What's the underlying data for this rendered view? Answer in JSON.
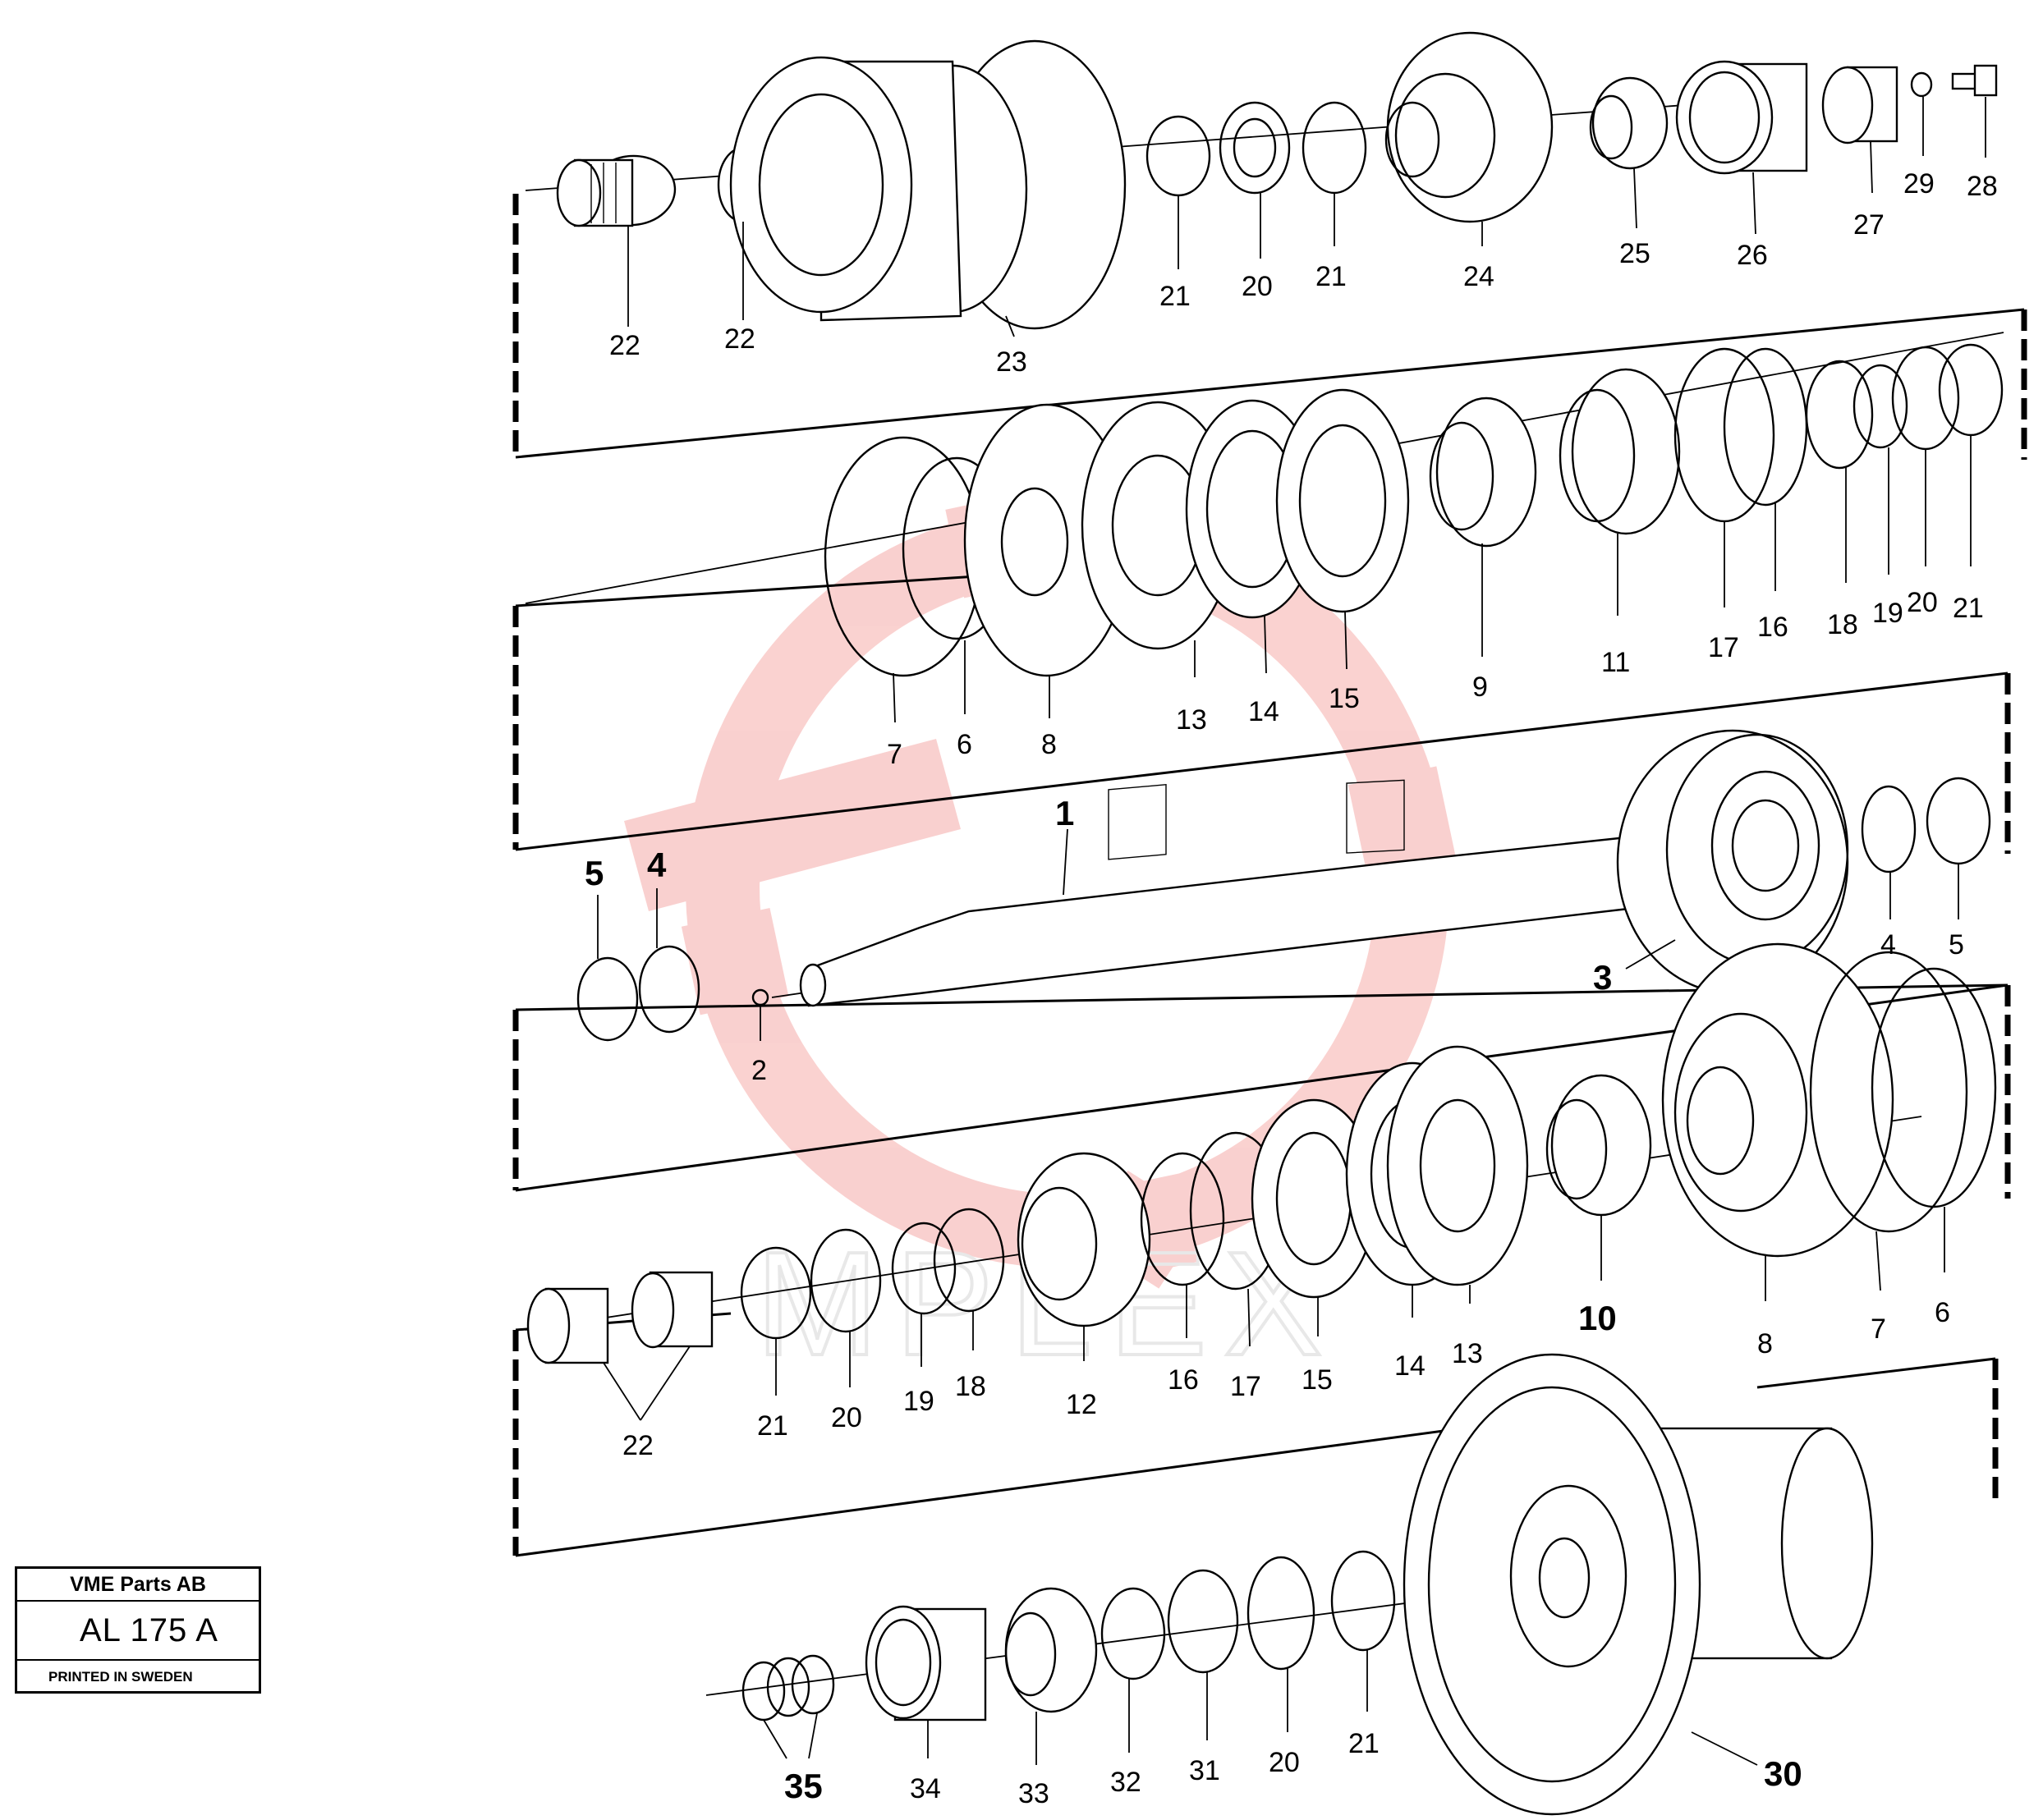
{
  "title_block": {
    "company": "VME Parts AB",
    "drawing_number": "AL 175 A",
    "printed": "PRINTED IN SWEDEN"
  },
  "watermark": {
    "text": "MPLEX",
    "color": "#e8302a"
  },
  "callouts": {
    "row1": [
      "22",
      "22",
      "23",
      "21",
      "20",
      "21",
      "24",
      "25",
      "26",
      "27",
      "29",
      "28"
    ],
    "row2": [
      "7",
      "6",
      "8",
      "13",
      "14",
      "15",
      "9",
      "11",
      "17",
      "16",
      "18",
      "19",
      "20",
      "21"
    ],
    "row3": [
      "5",
      "4",
      "2",
      "1",
      "3",
      "4",
      "5"
    ],
    "row4": [
      "22",
      "21",
      "20",
      "19",
      "18",
      "12",
      "16",
      "17",
      "15",
      "14",
      "13",
      "10",
      "8",
      "7",
      "6"
    ],
    "row5": [
      "35",
      "34",
      "33",
      "32",
      "31",
      "20",
      "21",
      "30"
    ]
  }
}
